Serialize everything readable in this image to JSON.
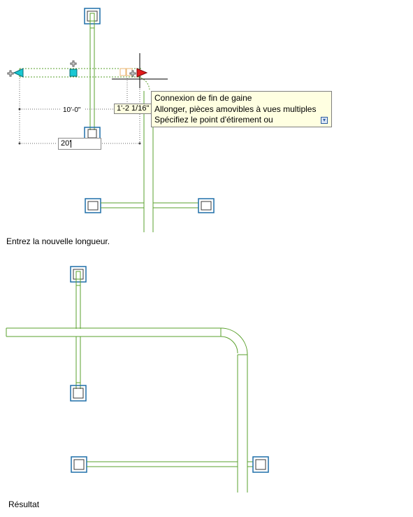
{
  "prompt_tooltip": {
    "lines": [
      "Connexion de fin de gaine",
      "Allonger, pièces amovibles à vues multiples",
      "Spécifiez le point d'étirement ou"
    ],
    "more_icon": "expand-arrow-icon"
  },
  "dimensions": {
    "existing_length": "10'-0\"",
    "delta_length": "1'-2 1/16\""
  },
  "length_input": {
    "value": "20'"
  },
  "captions": {
    "step": "Entrez la nouvelle longueur.",
    "result": "Résultat"
  },
  "colors": {
    "duct": "#5aa02c",
    "diffuser": "#1f6fa8",
    "grip_cyan": "#19c8d2",
    "grip_red": "#e21b1b",
    "tooltip_bg": "#ffffe1"
  }
}
